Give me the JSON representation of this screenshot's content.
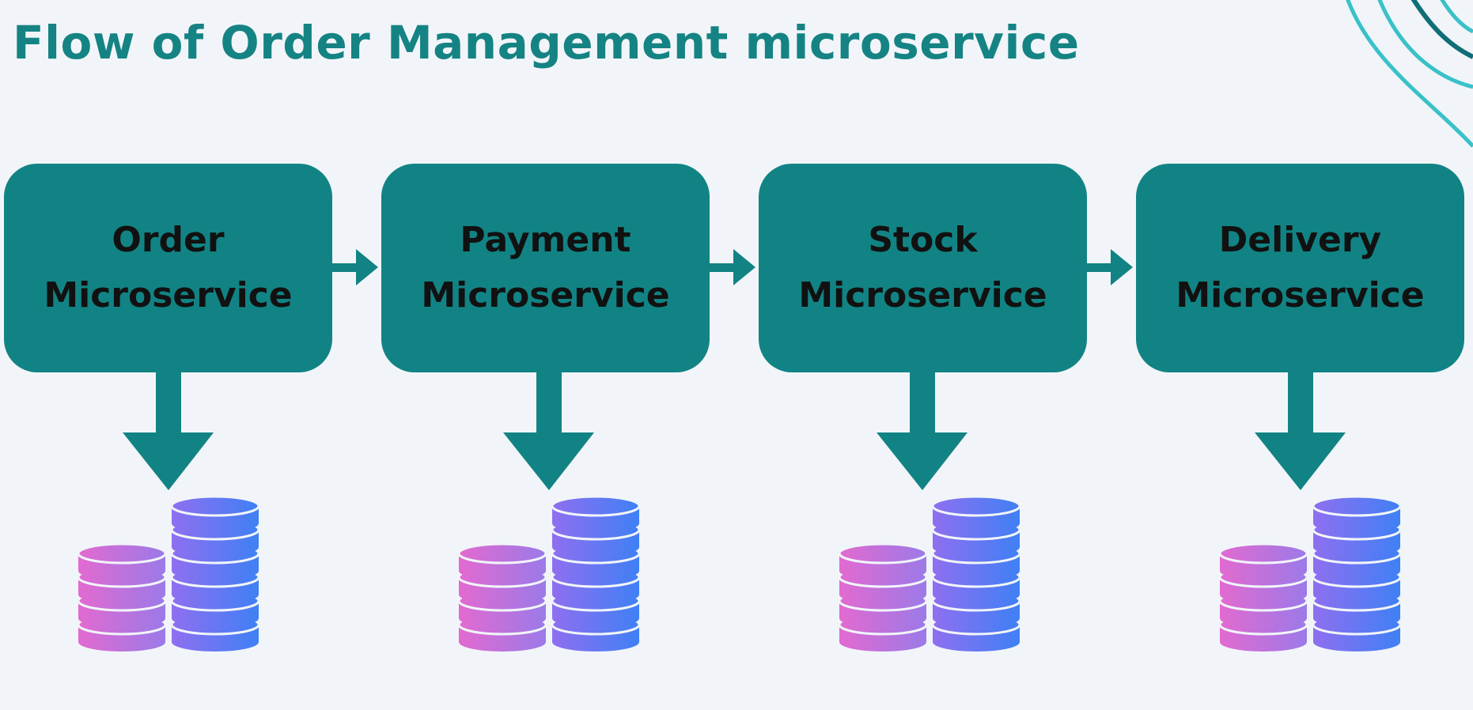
{
  "title": "Flow of Order Management microservice",
  "colors": {
    "background": "#f1f5f9",
    "accent": "#128384",
    "title": "#158383",
    "label": "#111111",
    "db_pink": "#e26ad0",
    "db_violet": "#9b7ae8",
    "db_blue": "#4a7ff2",
    "wave_dark": "#0f6e76",
    "wave_light": "#3ac1c8"
  },
  "services": [
    {
      "id": "order",
      "line1": "Order",
      "line2": "Microservice"
    },
    {
      "id": "payment",
      "line1": "Payment",
      "line2": "Microservice"
    },
    {
      "id": "stock",
      "line1": "Stock",
      "line2": "Microservice"
    },
    {
      "id": "delivery",
      "line1": "Delivery",
      "line2": "Microservice"
    }
  ],
  "icons": {
    "flow_arrow": "arrow-right-icon",
    "storage_arrow": "arrow-down-icon",
    "database": "database-icon",
    "decoration": "wave-lines-decoration"
  }
}
